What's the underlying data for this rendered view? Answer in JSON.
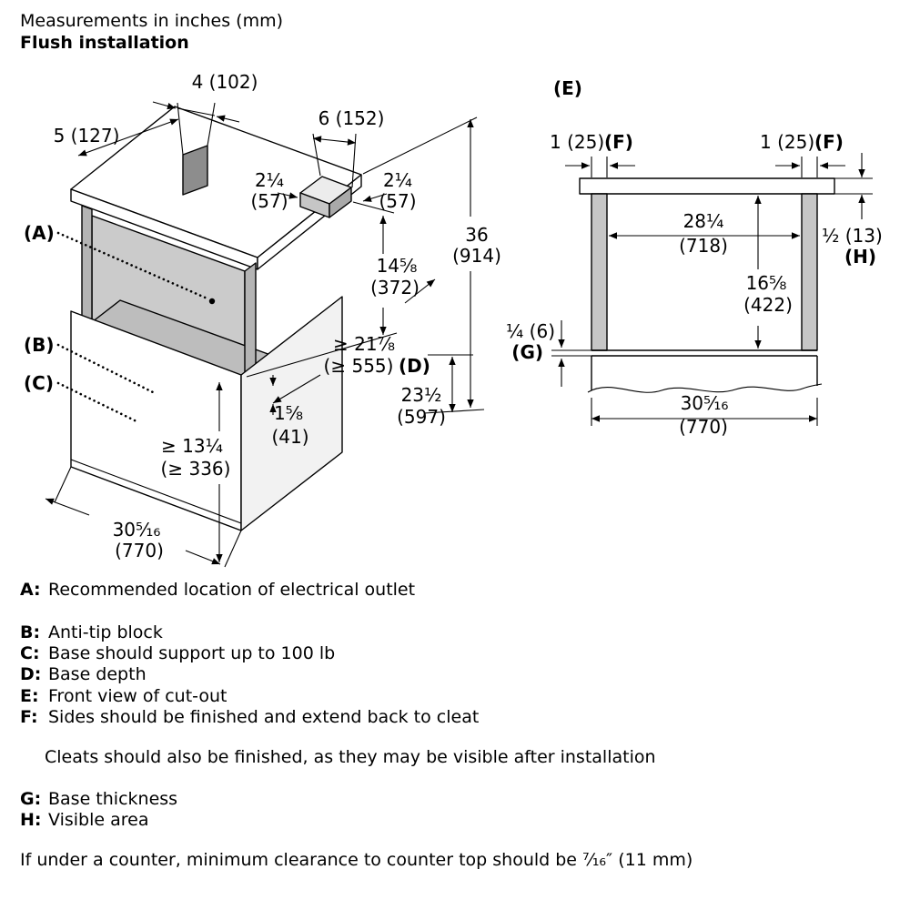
{
  "header": {
    "line1": "Measurements in inches (mm)",
    "line2": "Flush installation"
  },
  "iso": {
    "d4": "4 (102)",
    "d5": "5 (127)",
    "d6": "6 (152)",
    "d2a_1": "2¹⁄₄",
    "d2a_2": "(57)",
    "d2b_1": "2¹⁄₄",
    "d2b_2": "(57)",
    "d36_1": "36",
    "d36_2": "(914)",
    "d14_1": "14⁵⁄₈",
    "d14_2": "(372)",
    "d21_1": "≥ 21⁷⁄₈",
    "d21_2": "(≥ 555)",
    "d21_ref": "(D)",
    "d23_1": "23¹⁄₂",
    "d23_2": "(597)",
    "d158_1": "1⁵⁄₈",
    "d158_2": "(41)",
    "d13_1": "≥ 13¹⁄₄",
    "d13_2": "(≥ 336)",
    "d30_1": "30⁵⁄₁₆",
    "d30_2": "(770)",
    "ref_a": "(A)",
    "ref_b": "(B)",
    "ref_c": "(C)"
  },
  "front": {
    "ref_e": "(E)",
    "d1L": "1 (25)",
    "d1L_ref": "(F)",
    "d1R": "1 (25)",
    "d1R_ref": "(F)",
    "d28_1": "28¹⁄₄",
    "d28_2": "(718)",
    "d12": "¹⁄₂ (13)",
    "d12_ref": "(H)",
    "d16_1": "16⁵⁄₈",
    "d16_2": "(422)",
    "d14q": "¹⁄₄ (6)",
    "d14q_ref": "(G)",
    "d30_1": "30⁵⁄₁₆",
    "d30_2": "(770)"
  },
  "legend": {
    "items": [
      {
        "key": "A:",
        "text": "Recommended location of electrical outlet"
      },
      {
        "key": "B:",
        "text": "Anti-tip block"
      },
      {
        "key": "C:",
        "text": "Base should support up to 100 lb"
      },
      {
        "key": "D:",
        "text": "Base depth"
      },
      {
        "key": "E:",
        "text": "Front view of cut-out"
      },
      {
        "key": "F:",
        "text": "Sides should be finished and extend back to cleat"
      },
      {
        "key": "G:",
        "text": "Base thickness"
      },
      {
        "key": "H:",
        "text": "Visible area"
      }
    ],
    "note": "Cleats should also be finished, as they may be visible after installation",
    "footnote": "If under a counter, minimum clearance to counter top should be ⁷⁄₁₆″ (11 mm)"
  }
}
